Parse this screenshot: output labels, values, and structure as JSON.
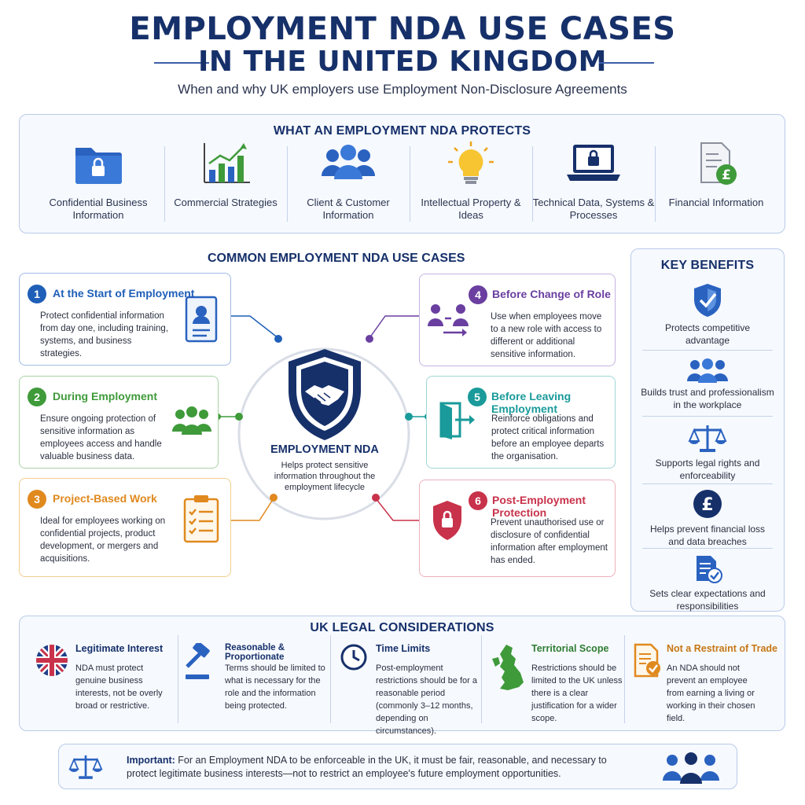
{
  "title": {
    "line1": "EMPLOYMENT NDA USE CASES",
    "line2": "IN THE UNITED KINGDOM",
    "subtitle": "When and why UK employers use Employment Non-Disclosure Agreements"
  },
  "protects": {
    "heading": "WHAT AN EMPLOYMENT NDA PROTECTS",
    "items": [
      {
        "label": "Confidential Business Information",
        "icon": "folder-lock-icon"
      },
      {
        "label": "Commercial Strategies",
        "icon": "growth-chart-icon"
      },
      {
        "label": "Client & Customer Information",
        "icon": "people-group-icon"
      },
      {
        "label": "Intellectual Property & Ideas",
        "icon": "lightbulb-icon"
      },
      {
        "label": "Technical Data, Systems & Processes",
        "icon": "laptop-lock-icon"
      },
      {
        "label": "Financial Information",
        "icon": "financial-document-icon"
      }
    ]
  },
  "use_cases": {
    "heading": "COMMON EMPLOYMENT NDA USE CASES",
    "center": {
      "title": "EMPLOYMENT NDA",
      "description": "Helps protect sensitive information throughout the employment lifecycle",
      "icon": "shield-handshake-icon"
    },
    "cards": [
      {
        "number": "1",
        "title": "At the Start of Employment",
        "description": "Protect confidential information from day one, including training, systems, and business strategies.",
        "color": "#1f5fb8",
        "icon": "id-document-icon"
      },
      {
        "number": "2",
        "title": "During Employment",
        "description": "Ensure ongoing protection of sensitive information as employees access and handle valuable business data.",
        "color": "#3f9a3a",
        "icon": "team-icon"
      },
      {
        "number": "3",
        "title": "Project-Based Work",
        "description": "Ideal for employees working on confidential projects, product development, or mergers and acquisitions.",
        "color": "#e0891e",
        "icon": "clipboard-checklist-icon"
      },
      {
        "number": "4",
        "title": "Before Change of Role",
        "description": "Use when employees move to a new role with access to different or additional sensitive information.",
        "color": "#6a3fa0",
        "icon": "role-change-icon"
      },
      {
        "number": "5",
        "title": "Before Leaving Employment",
        "description": "Reinforce obligations and protect critical information before an employee departs the organisation.",
        "color": "#1a9a9a",
        "icon": "exit-door-icon"
      },
      {
        "number": "6",
        "title": "Post-Employment Protection",
        "description": "Prevent unauthorised use or disclosure of confidential information after employment has ended.",
        "color": "#c8324a",
        "icon": "shield-lock-icon"
      }
    ]
  },
  "benefits": {
    "heading": "KEY BENEFITS",
    "items": [
      {
        "label": "Protects competitive advantage",
        "icon": "shield-check-icon"
      },
      {
        "label": "Builds trust and professionalism in the workplace",
        "icon": "people-group-icon"
      },
      {
        "label": "Supports legal rights and enforceability",
        "icon": "scales-icon"
      },
      {
        "label": "Helps prevent financial loss and data breaches",
        "icon": "pound-coin-icon"
      },
      {
        "label": "Sets clear expectations and responsibilities",
        "icon": "document-check-icon"
      }
    ]
  },
  "legal": {
    "heading": "UK LEGAL CONSIDERATIONS",
    "items": [
      {
        "title": "Legitimate Interest",
        "description": "NDA must protect genuine business interests, not be overly broad or restrictive.",
        "color": "#16306a",
        "icon": "union-flag-icon"
      },
      {
        "title": "Reasonable & Proportionate",
        "description": "Terms should be limited to what is necessary for the role and the information being protected.",
        "color": "#16306a",
        "icon": "gavel-icon"
      },
      {
        "title": "Time Limits",
        "description": "Post-employment restrictions should be for a reasonable period (commonly 3–12 months, depending on circumstances).",
        "color": "#16306a",
        "icon": "clock-icon"
      },
      {
        "title": "Territorial Scope",
        "description": "Restrictions should be limited to the UK unless there is a clear justification for a wider scope.",
        "color": "#2f7d32",
        "icon": "uk-map-icon"
      },
      {
        "title": "Not a Restraint of Trade",
        "description": "An NDA should not prevent an employee from earning a living or working in their chosen field.",
        "color": "#c77714",
        "icon": "document-badge-icon"
      }
    ]
  },
  "important": {
    "label": "Important:",
    "text": "For an Employment NDA to be enforceable in the UK, it must be fair, reasonable, and necessary to protect legitimate business interests—not to restrict an employee's future employment opportunities."
  },
  "colors": {
    "navy": "#16306a",
    "blue": "#1f5fb8",
    "green": "#3f9a3a",
    "orange": "#e0891e",
    "purple": "#6a3fa0",
    "teal": "#1a9a9a",
    "red": "#c8324a"
  }
}
